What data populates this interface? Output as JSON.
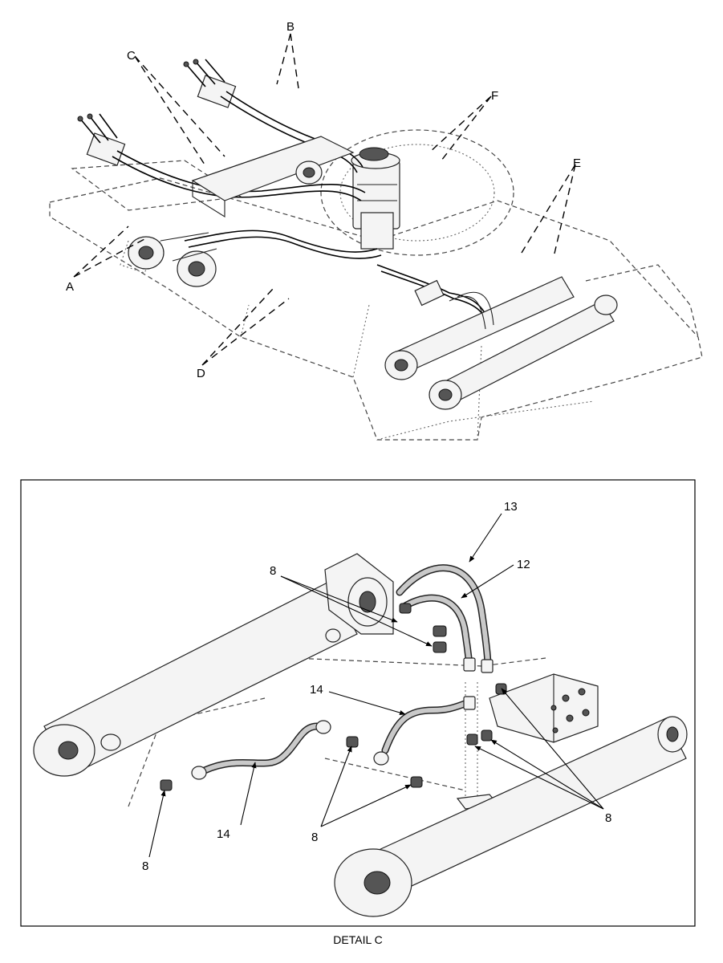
{
  "overview": {
    "callouts": {
      "a": "A",
      "b": "B",
      "c": "C",
      "d": "D",
      "e": "E",
      "f": "F"
    }
  },
  "detail": {
    "callouts": {
      "p13": "13",
      "p12": "12",
      "p8_top": "8",
      "p14_upper": "14",
      "p14_lower": "14",
      "p8_left": "8",
      "p8_mid": "8",
      "p8_right": "8"
    },
    "caption": "DETAIL C"
  }
}
